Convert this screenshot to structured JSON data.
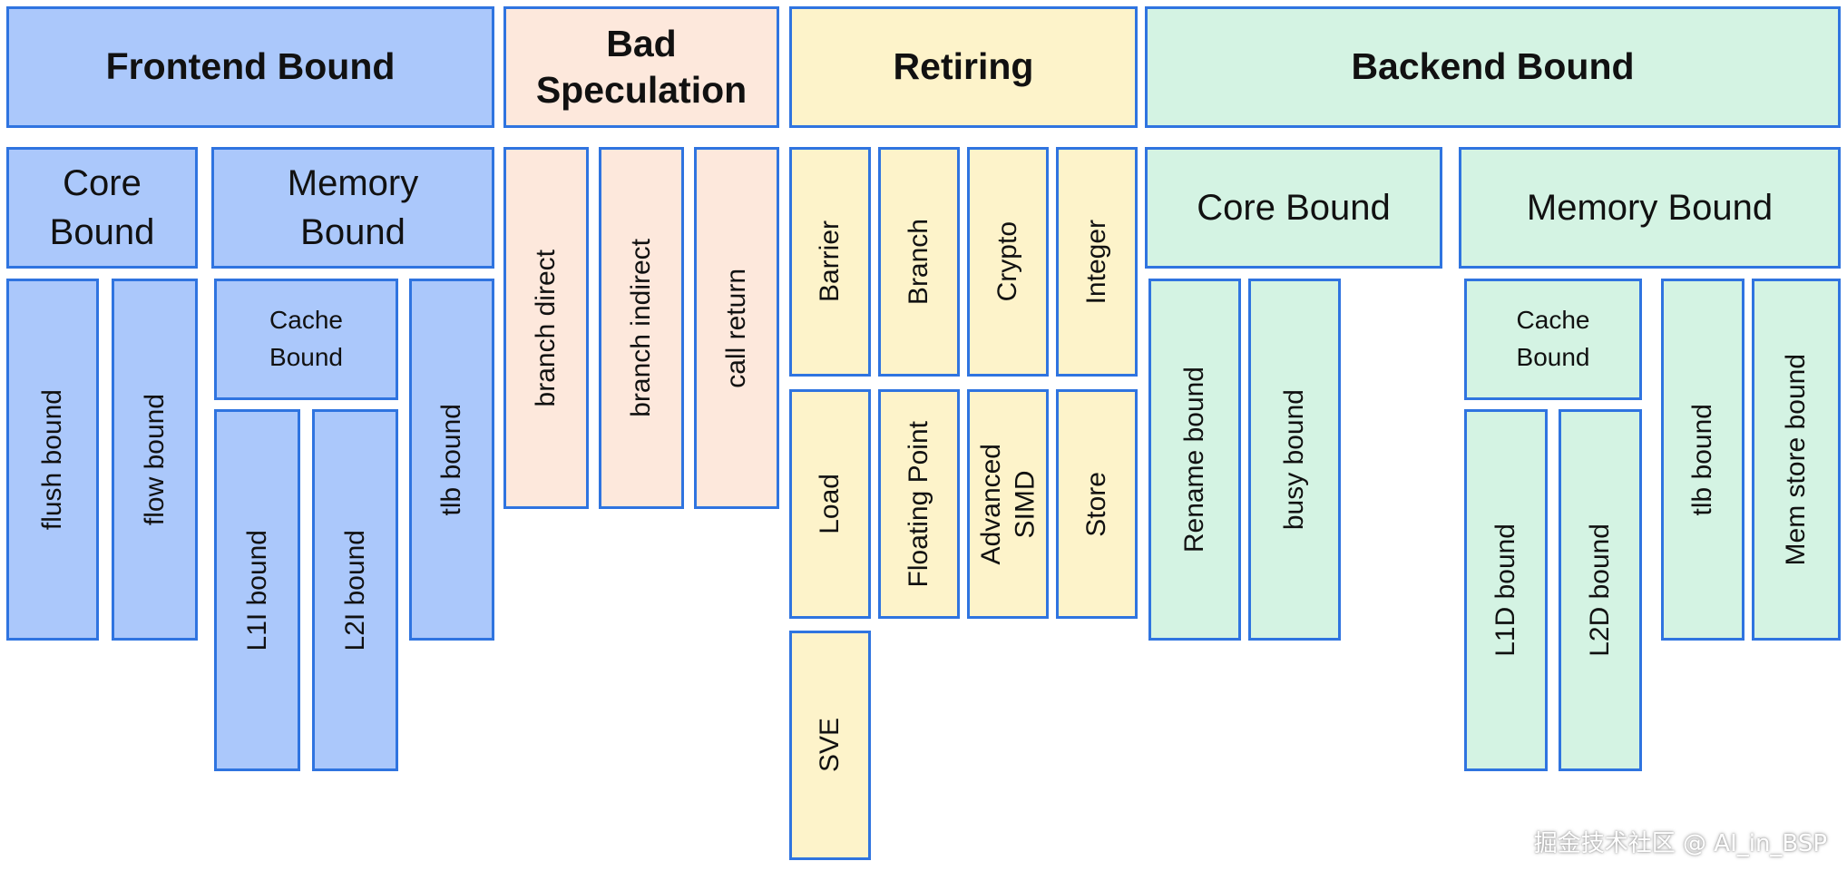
{
  "colors": {
    "border": "#2f74e0",
    "frontend": "#abc8fb",
    "bad_speculation": "#fde8dc",
    "retiring": "#fdf3ca",
    "backend": "#d4f3e3"
  },
  "frontend": {
    "title": "Frontend Bound",
    "core_bound": {
      "title": "Core\nBound",
      "children": [
        "flush bound",
        "flow bound"
      ]
    },
    "memory_bound": {
      "title": "Memory\nBound",
      "cache_bound": {
        "title": "Cache\nBound",
        "children": [
          "L1I bound",
          "L2I bound"
        ]
      },
      "tlb": "tlb bound"
    }
  },
  "bad_speculation": {
    "title": "Bad\nSpeculation",
    "children": [
      "branch direct",
      "branch indirect",
      "call return"
    ]
  },
  "retiring": {
    "title": "Retiring",
    "row1": [
      "Barrier",
      "Branch",
      "Crypto",
      "Integer"
    ],
    "row2": [
      "Load",
      "Floating Point",
      "Advanced\nSIMD",
      "Store"
    ],
    "row3": [
      "SVE"
    ]
  },
  "backend": {
    "title": "Backend Bound",
    "core_bound": {
      "title": "Core Bound",
      "children": [
        "Rename bound",
        "busy bound"
      ]
    },
    "memory_bound": {
      "title": "Memory Bound",
      "cache_bound": {
        "title": "Cache\nBound",
        "children": [
          "L1D bound",
          "L2D bound"
        ]
      },
      "tlb": "tlb bound",
      "mem_store": "Mem store bound"
    }
  },
  "watermark": "掘金技术社区 @ AI_in_BSP"
}
